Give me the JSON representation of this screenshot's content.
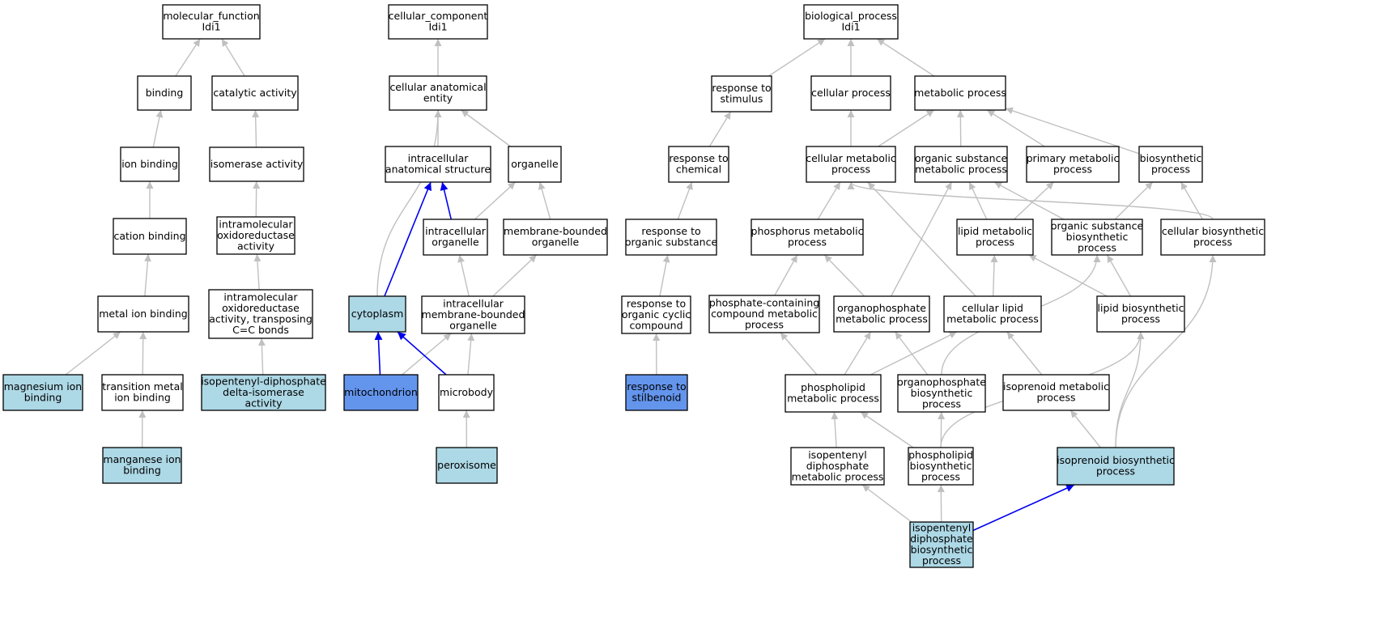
{
  "colors": {
    "default_fill": "#ffffff",
    "light_fill": "#add8e6",
    "dark_fill": "#6495ed",
    "gray_edge": "#c0c0c0",
    "blue_edge": "#0000ee"
  },
  "nodes": [
    {
      "id": "mf",
      "lines": [
        "molecular_function",
        "Idi1"
      ],
      "fill": "default"
    },
    {
      "id": "binding",
      "lines": [
        "binding"
      ],
      "fill": "default"
    },
    {
      "id": "catalytic",
      "lines": [
        "catalytic activity"
      ],
      "fill": "default"
    },
    {
      "id": "ionbind",
      "lines": [
        "ion binding"
      ],
      "fill": "default"
    },
    {
      "id": "isomerase",
      "lines": [
        "isomerase activity"
      ],
      "fill": "default"
    },
    {
      "id": "cation",
      "lines": [
        "cation binding"
      ],
      "fill": "default"
    },
    {
      "id": "intramol",
      "lines": [
        "intramolecular",
        "oxidoreductase",
        "activity"
      ],
      "fill": "default"
    },
    {
      "id": "metalion",
      "lines": [
        "metal ion binding"
      ],
      "fill": "default"
    },
    {
      "id": "intramolcc",
      "lines": [
        "intramolecular",
        "oxidoreductase",
        "activity, transposing",
        "C=C bonds"
      ],
      "fill": "default"
    },
    {
      "id": "mg",
      "lines": [
        "magnesium ion",
        "binding"
      ],
      "fill": "light"
    },
    {
      "id": "transmetal",
      "lines": [
        "transition metal",
        "ion binding"
      ],
      "fill": "default"
    },
    {
      "id": "ipp_isom",
      "lines": [
        "isopentenyl-diphosphate",
        "delta-isomerase",
        "activity"
      ],
      "fill": "light"
    },
    {
      "id": "mn",
      "lines": [
        "manganese ion",
        "binding"
      ],
      "fill": "light"
    },
    {
      "id": "cc",
      "lines": [
        "cellular_component",
        "Idi1"
      ],
      "fill": "default"
    },
    {
      "id": "cae",
      "lines": [
        "cellular anatomical",
        "entity"
      ],
      "fill": "default"
    },
    {
      "id": "ias",
      "lines": [
        "intracellular",
        "anatomical structure"
      ],
      "fill": "default"
    },
    {
      "id": "organelle",
      "lines": [
        "organelle"
      ],
      "fill": "default"
    },
    {
      "id": "intraorg",
      "lines": [
        "intracellular",
        "organelle"
      ],
      "fill": "default"
    },
    {
      "id": "mbo",
      "lines": [
        "membrane-bounded",
        "organelle"
      ],
      "fill": "default"
    },
    {
      "id": "cytoplasm",
      "lines": [
        "cytoplasm"
      ],
      "fill": "light"
    },
    {
      "id": "imbo",
      "lines": [
        "intracellular",
        "membrane-bounded",
        "organelle"
      ],
      "fill": "default"
    },
    {
      "id": "mito",
      "lines": [
        "mitochondrion"
      ],
      "fill": "dark"
    },
    {
      "id": "microbody",
      "lines": [
        "microbody"
      ],
      "fill": "default"
    },
    {
      "id": "peroxisome",
      "lines": [
        "peroxisome"
      ],
      "fill": "light"
    },
    {
      "id": "rstim",
      "lines": [
        "response to",
        "stimulus"
      ],
      "fill": "default"
    },
    {
      "id": "rchem",
      "lines": [
        "response to",
        "chemical"
      ],
      "fill": "default"
    },
    {
      "id": "rorg",
      "lines": [
        "response to",
        "organic substance"
      ],
      "fill": "default"
    },
    {
      "id": "rcyc",
      "lines": [
        "response to",
        "organic cyclic",
        "compound"
      ],
      "fill": "default"
    },
    {
      "id": "rstil",
      "lines": [
        "response to",
        "stilbenoid"
      ],
      "fill": "dark"
    },
    {
      "id": "bp",
      "lines": [
        "biological_process",
        "Idi1"
      ],
      "fill": "default"
    },
    {
      "id": "cellproc",
      "lines": [
        "cellular process"
      ],
      "fill": "default"
    },
    {
      "id": "metproc",
      "lines": [
        "metabolic process"
      ],
      "fill": "default"
    },
    {
      "id": "cmp",
      "lines": [
        "cellular metabolic",
        "process"
      ],
      "fill": "default"
    },
    {
      "id": "osmp",
      "lines": [
        "organic substance",
        "metabolic process"
      ],
      "fill": "default"
    },
    {
      "id": "pmp",
      "lines": [
        "primary metabolic",
        "process"
      ],
      "fill": "default"
    },
    {
      "id": "biosyn",
      "lines": [
        "biosynthetic",
        "process"
      ],
      "fill": "default"
    },
    {
      "id": "phosmp",
      "lines": [
        "phosphorus metabolic",
        "process"
      ],
      "fill": "default"
    },
    {
      "id": "lipmp",
      "lines": [
        "lipid metabolic",
        "process"
      ],
      "fill": "default"
    },
    {
      "id": "osbp",
      "lines": [
        "organic substance",
        "biosynthetic",
        "process"
      ],
      "fill": "default"
    },
    {
      "id": "cbp",
      "lines": [
        "cellular biosynthetic",
        "process"
      ],
      "fill": "default"
    },
    {
      "id": "pccmp",
      "lines": [
        "phosphate-containing",
        "compound metabolic",
        "process"
      ],
      "fill": "default"
    },
    {
      "id": "opmp",
      "lines": [
        "organophosphate",
        "metabolic process"
      ],
      "fill": "default"
    },
    {
      "id": "clmp",
      "lines": [
        "cellular lipid",
        "metabolic process"
      ],
      "fill": "default"
    },
    {
      "id": "lbp",
      "lines": [
        "lipid biosynthetic",
        "process"
      ],
      "fill": "default"
    },
    {
      "id": "plmp",
      "lines": [
        "phospholipid",
        "metabolic process"
      ],
      "fill": "default"
    },
    {
      "id": "opbp",
      "lines": [
        "organophosphate",
        "biosynthetic",
        "process"
      ],
      "fill": "default"
    },
    {
      "id": "isomp",
      "lines": [
        "isoprenoid metabolic",
        "process"
      ],
      "fill": "default"
    },
    {
      "id": "ippmp",
      "lines": [
        "isopentenyl",
        "diphosphate",
        "metabolic process"
      ],
      "fill": "default"
    },
    {
      "id": "plbp",
      "lines": [
        "phospholipid",
        "biosynthetic",
        "process"
      ],
      "fill": "default"
    },
    {
      "id": "isobp",
      "lines": [
        "isoprenoid biosynthetic",
        "process"
      ],
      "fill": "light"
    },
    {
      "id": "ippbp",
      "lines": [
        "isopentenyl",
        "diphosphate",
        "biosynthetic",
        "process"
      ],
      "fill": "light"
    }
  ],
  "edges": [
    {
      "from": "binding",
      "to": "mf",
      "color": "gray"
    },
    {
      "from": "catalytic",
      "to": "mf",
      "color": "gray"
    },
    {
      "from": "ionbind",
      "to": "binding",
      "color": "gray"
    },
    {
      "from": "isomerase",
      "to": "catalytic",
      "color": "gray"
    },
    {
      "from": "cation",
      "to": "ionbind",
      "color": "gray"
    },
    {
      "from": "intramol",
      "to": "isomerase",
      "color": "gray"
    },
    {
      "from": "metalion",
      "to": "cation",
      "color": "gray"
    },
    {
      "from": "intramolcc",
      "to": "intramol",
      "color": "gray"
    },
    {
      "from": "mg",
      "to": "metalion",
      "color": "gray"
    },
    {
      "from": "transmetal",
      "to": "metalion",
      "color": "gray"
    },
    {
      "from": "ipp_isom",
      "to": "intramolcc",
      "color": "gray"
    },
    {
      "from": "mn",
      "to": "transmetal",
      "color": "gray"
    },
    {
      "from": "cae",
      "to": "cc",
      "color": "gray"
    },
    {
      "from": "ias",
      "to": "cae",
      "color": "gray"
    },
    {
      "from": "organelle",
      "to": "cae",
      "color": "gray"
    },
    {
      "from": "cytoplasm",
      "to": "cae",
      "color": "gray",
      "curve": true
    },
    {
      "from": "intraorg",
      "to": "ias",
      "color": "blue"
    },
    {
      "from": "intraorg",
      "to": "organelle",
      "color": "gray"
    },
    {
      "from": "mbo",
      "to": "organelle",
      "color": "gray"
    },
    {
      "from": "cytoplasm",
      "to": "ias",
      "color": "blue"
    },
    {
      "from": "imbo",
      "to": "intraorg",
      "color": "gray"
    },
    {
      "from": "imbo",
      "to": "mbo",
      "color": "gray"
    },
    {
      "from": "mito",
      "to": "cytoplasm",
      "color": "blue"
    },
    {
      "from": "mito",
      "to": "imbo",
      "color": "gray"
    },
    {
      "from": "microbody",
      "to": "cytoplasm",
      "color": "blue"
    },
    {
      "from": "microbody",
      "to": "imbo",
      "color": "gray"
    },
    {
      "from": "peroxisome",
      "to": "microbody",
      "color": "gray"
    },
    {
      "from": "rstim",
      "to": "bp",
      "color": "gray"
    },
    {
      "from": "cellproc",
      "to": "bp",
      "color": "gray"
    },
    {
      "from": "metproc",
      "to": "bp",
      "color": "gray"
    },
    {
      "from": "rchem",
      "to": "rstim",
      "color": "gray"
    },
    {
      "from": "rorg",
      "to": "rchem",
      "color": "gray"
    },
    {
      "from": "rcyc",
      "to": "rorg",
      "color": "gray"
    },
    {
      "from": "rstil",
      "to": "rcyc",
      "color": "gray"
    },
    {
      "from": "cmp",
      "to": "cellproc",
      "color": "gray"
    },
    {
      "from": "cmp",
      "to": "metproc",
      "color": "gray"
    },
    {
      "from": "osmp",
      "to": "metproc",
      "color": "gray"
    },
    {
      "from": "pmp",
      "to": "metproc",
      "color": "gray"
    },
    {
      "from": "biosyn",
      "to": "metproc",
      "color": "gray"
    },
    {
      "from": "phosmp",
      "to": "cmp",
      "color": "gray"
    },
    {
      "from": "lipmp",
      "to": "osmp",
      "color": "gray"
    },
    {
      "from": "lipmp",
      "to": "pmp",
      "color": "gray"
    },
    {
      "from": "osbp",
      "to": "osmp",
      "color": "gray"
    },
    {
      "from": "osbp",
      "to": "biosyn",
      "color": "gray"
    },
    {
      "from": "cbp",
      "to": "cmp",
      "color": "gray",
      "curve": true
    },
    {
      "from": "cbp",
      "to": "biosyn",
      "color": "gray"
    },
    {
      "from": "pccmp",
      "to": "phosmp",
      "color": "gray"
    },
    {
      "from": "opmp",
      "to": "phosmp",
      "color": "gray"
    },
    {
      "from": "opmp",
      "to": "osmp",
      "color": "gray"
    },
    {
      "from": "clmp",
      "to": "cmp",
      "color": "gray"
    },
    {
      "from": "clmp",
      "to": "lipmp",
      "color": "gray"
    },
    {
      "from": "lbp",
      "to": "lipmp",
      "color": "gray"
    },
    {
      "from": "lbp",
      "to": "osbp",
      "color": "gray"
    },
    {
      "from": "plmp",
      "to": "pccmp",
      "color": "gray"
    },
    {
      "from": "plmp",
      "to": "opmp",
      "color": "gray"
    },
    {
      "from": "plmp",
      "to": "clmp",
      "color": "gray"
    },
    {
      "from": "opbp",
      "to": "opmp",
      "color": "gray"
    },
    {
      "from": "opbp",
      "to": "osbp",
      "color": "gray",
      "curve": true
    },
    {
      "from": "isomp",
      "to": "clmp",
      "color": "gray"
    },
    {
      "from": "ippmp",
      "to": "plmp",
      "color": "gray"
    },
    {
      "from": "plbp",
      "to": "plmp",
      "color": "gray"
    },
    {
      "from": "plbp",
      "to": "opbp",
      "color": "gray"
    },
    {
      "from": "plbp",
      "to": "lbp",
      "color": "gray",
      "curve": true
    },
    {
      "from": "isobp",
      "to": "isomp",
      "color": "gray"
    },
    {
      "from": "isobp",
      "to": "lbp",
      "color": "gray",
      "curve": true
    },
    {
      "from": "isobp",
      "to": "cbp",
      "color": "gray",
      "curve": true
    },
    {
      "from": "ippbp",
      "to": "ippmp",
      "color": "gray"
    },
    {
      "from": "ippbp",
      "to": "plbp",
      "color": "gray"
    },
    {
      "from": "ippbp",
      "to": "isobp",
      "color": "blue"
    }
  ]
}
